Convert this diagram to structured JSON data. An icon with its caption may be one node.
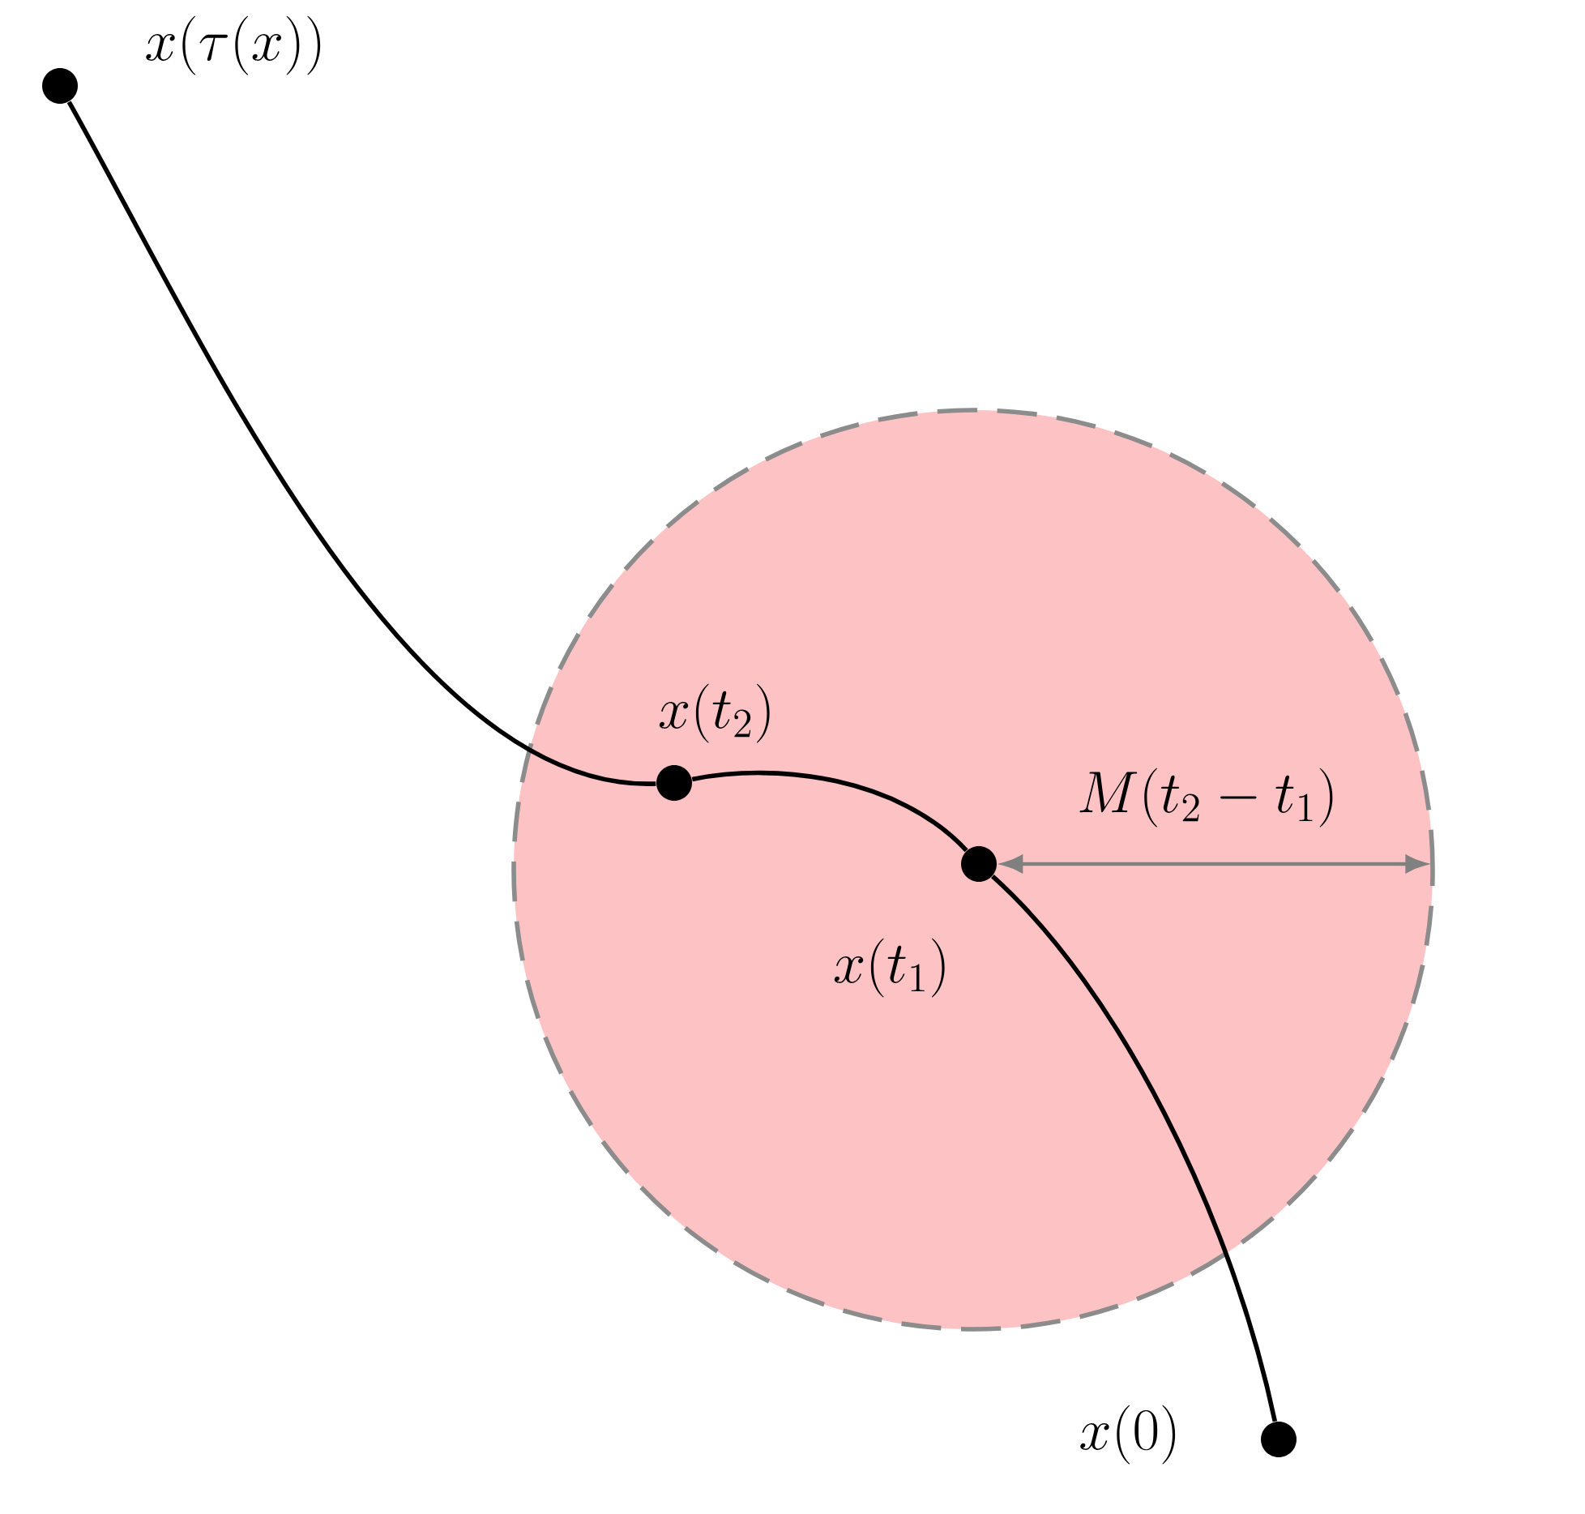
{
  "diagram": {
    "nodes": [
      {
        "text": [
          "x(\\tau(x))"
        ]
      },
      {
        "text": [],
        "shape": "circle"
      },
      {
        "text": [
          "x(t_2)"
        ],
        "in": 1
      },
      {
        "text": [
          "x(t_1)"
        ],
        "in": 1
      },
      {
        "text": [
          "x(0)"
        ]
      }
    ],
    "edges": [
      {
        "from": 4,
        "to": 3,
        "arrow": "none"
      },
      {
        "from": 3,
        "to": 2,
        "arrow": "none"
      },
      {
        "from": 2,
        "to": 0,
        "arrow": "none"
      }
    ],
    "labels": [
      "M(t_2-t_1)"
    ]
  }
}
